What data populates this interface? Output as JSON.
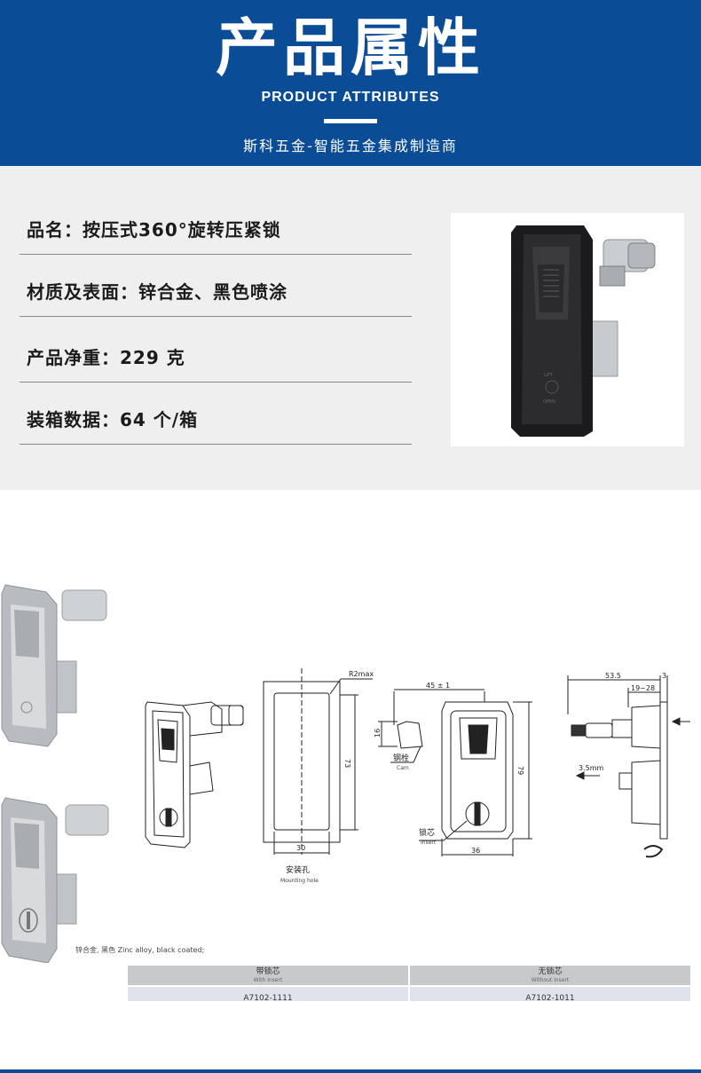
{
  "header": {
    "title": "产品属性",
    "subtitle": "PRODUCT ATTRIBUTES",
    "tagline": "斯科五金-智能五金集成制造商"
  },
  "attributes": [
    {
      "label": "品名：按压式360°旋转压紧锁"
    },
    {
      "label": "材质及表面：锌合金、黑色喷涂"
    },
    {
      "label": "产品净重：229 克"
    },
    {
      "label": "装箱数据：64 个/箱"
    }
  ],
  "photo": {
    "lift_text": "LIFT",
    "open_text": "OPEN"
  },
  "drawing": {
    "r2max": "R2max",
    "dim_73": "73",
    "dim_30": "30",
    "mount_cn": "安装孔",
    "mount_en": "Mounting hole",
    "dim_45": "45 ± 1",
    "dim_16": "16",
    "cam_cn": "钢栓",
    "cam_en": "Cam",
    "dim_79": "79",
    "insert_cn": "锁芯",
    "insert_en": "Insert",
    "dim_36": "36",
    "dim_53_5": "53.5",
    "dim_3": "3",
    "dim_19_28": "19~28",
    "dim_3_5mm": "3.5mm"
  },
  "caption": "锌合金, 黑色 Zinc alloy, black coated;",
  "table": {
    "columns": [
      {
        "cn": "带锁芯",
        "en": "With insert",
        "value": "A7102-1111"
      },
      {
        "cn": "无锁芯",
        "en": "Without insert",
        "value": "A7102-1011"
      }
    ]
  },
  "colors": {
    "brand_blue": "#0b4c97",
    "section_gray": "#efefef"
  }
}
